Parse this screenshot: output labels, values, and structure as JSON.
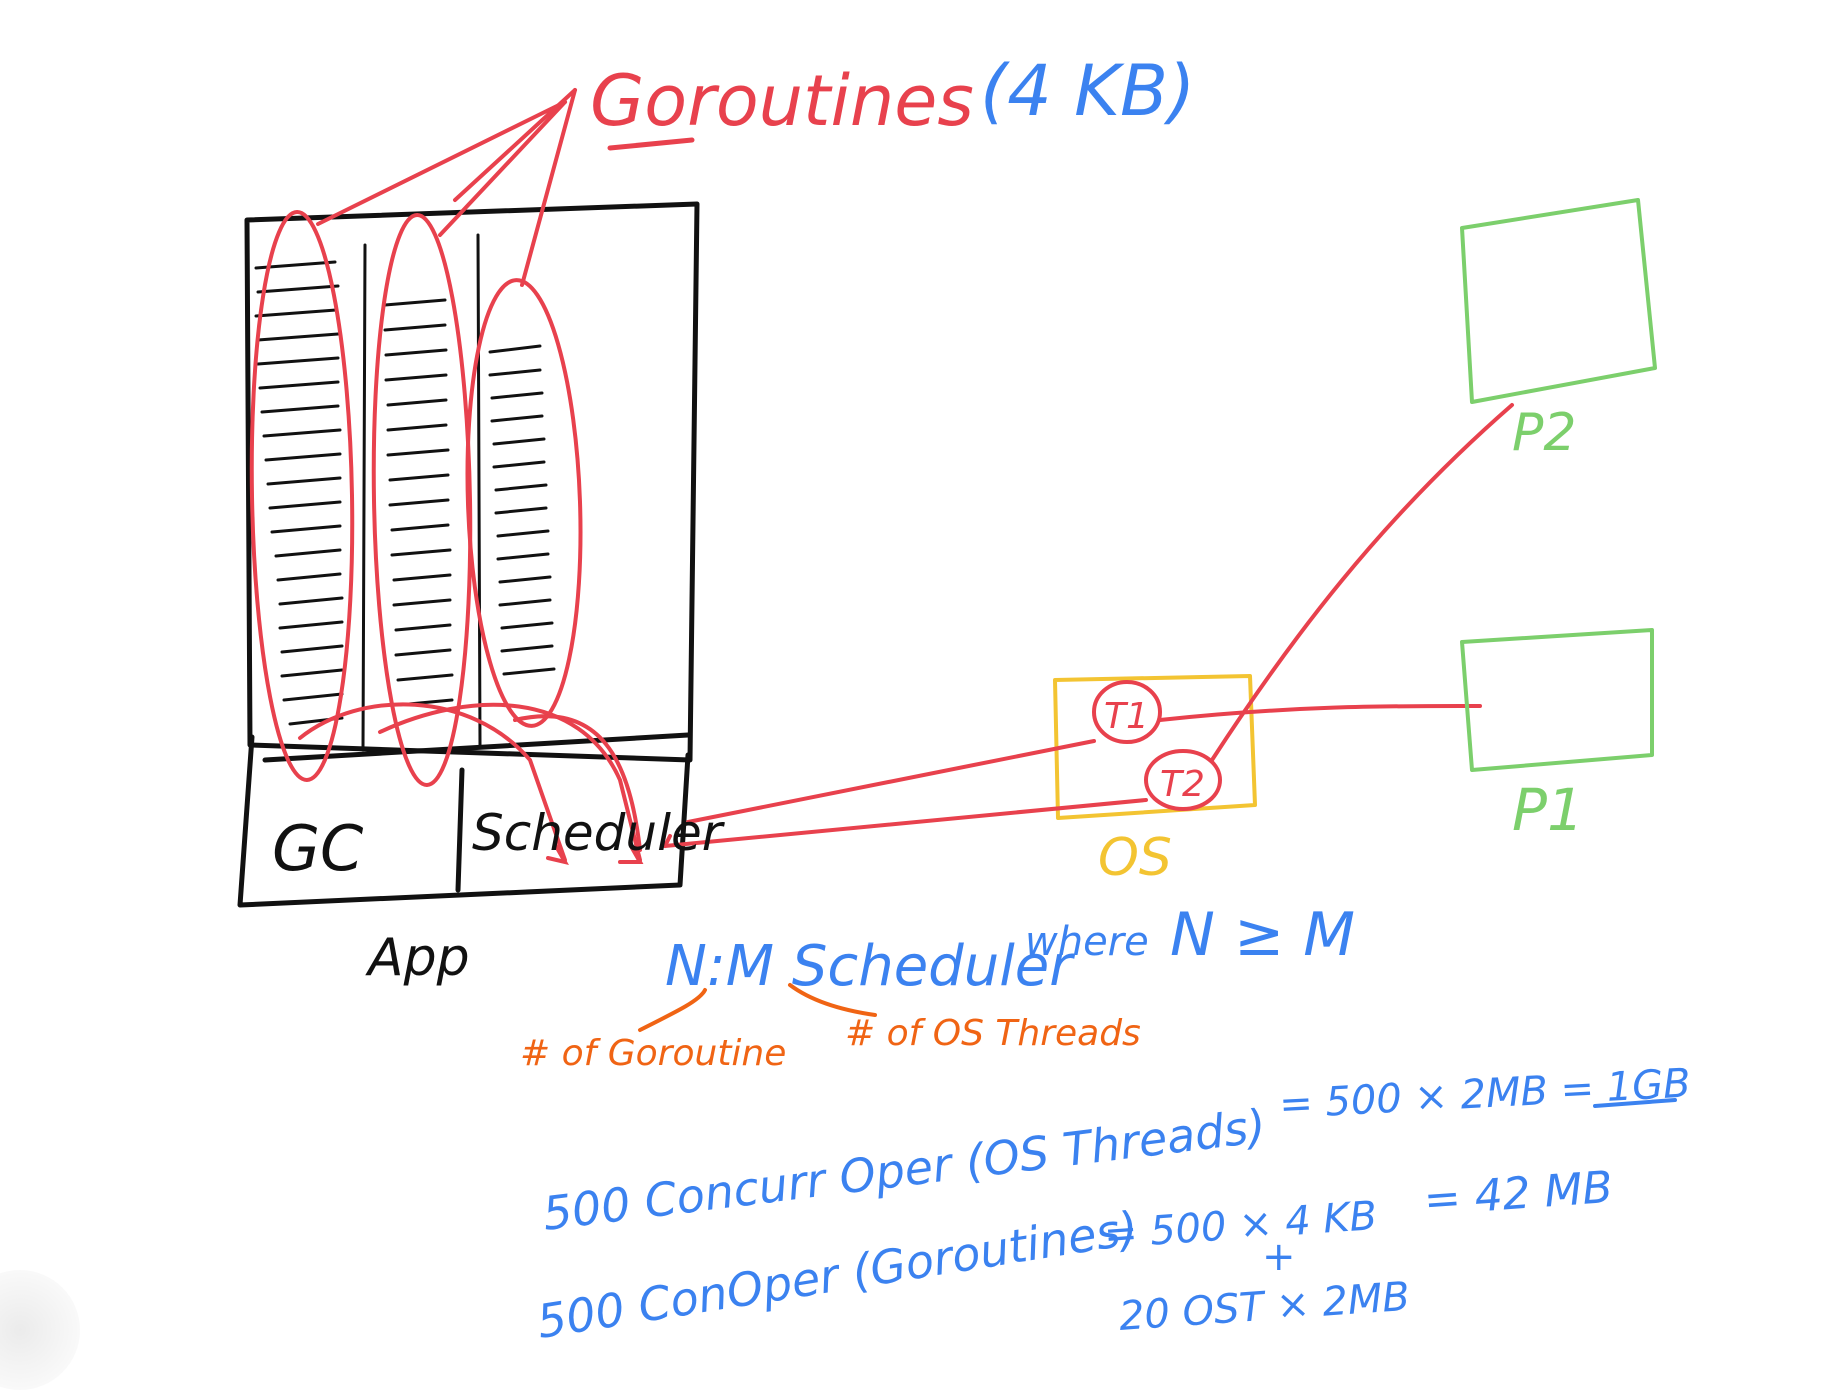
{
  "colors": {
    "red": "#e8414d",
    "blue": "#3b82f0",
    "orange": "#f06414",
    "green": "#7ccf6c",
    "yellow": "#f3c432",
    "ink": "#111111"
  },
  "labels": {
    "goroutines": "Goroutines",
    "goroutine_size": "(4 KB)",
    "gc": "GC",
    "scheduler": "Scheduler",
    "app": "App",
    "os": "OS",
    "t1": "T1",
    "t2": "T2",
    "p1": "P1",
    "p2": "P2"
  },
  "notes": {
    "nm_scheduler": "N:M Scheduler",
    "where": "where",
    "n_ge_m": "N ≥ M",
    "n_meaning": "# of Goroutine",
    "m_meaning": "# of OS Threads",
    "line1_left": "500 Concurr Oper (OS Threads)",
    "line1_right": "= 500 × 2MB = 1GB",
    "line2_left": "500 ConOper (Goroutines)",
    "line2_mid": "= 500 × 4 KB",
    "plus": "+",
    "line2_bottom": "20 OST × 2MB",
    "line2_result": "= 42 MB"
  }
}
